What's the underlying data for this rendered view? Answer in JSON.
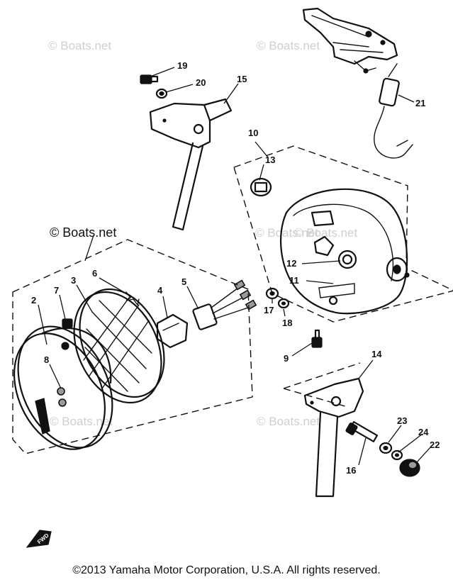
{
  "watermarks": [
    "© Boats.net",
    "© Boats.net",
    "© Boats.net",
    "© Boats.net",
    "© Boats.net",
    "© Boats.net",
    "© Boats.net"
  ],
  "fwd_label": "FWD",
  "copyright": "©2013 Yamaha Motor Corporation, U.S.A. All rights reserved.",
  "callouts": [
    "2",
    "3",
    "4",
    "5",
    "6",
    "7",
    "8",
    "9",
    "10",
    "11",
    "12",
    "13",
    "14",
    "15",
    "16",
    "17",
    "18",
    "19",
    "20",
    "21",
    "22",
    "23",
    "24"
  ]
}
